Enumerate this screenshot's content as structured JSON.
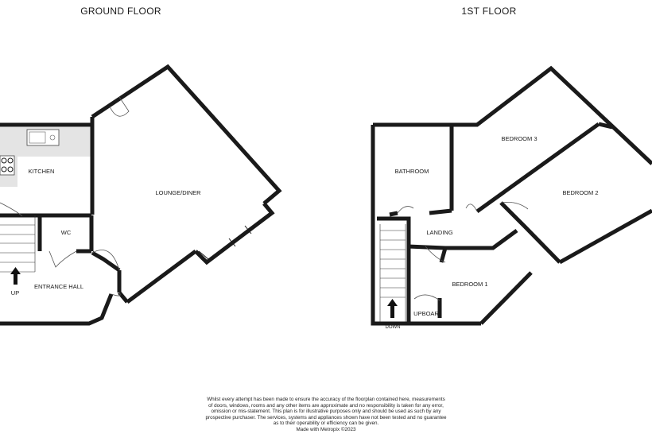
{
  "floors": {
    "ground": {
      "title": "GROUND FLOOR",
      "rooms": {
        "kitchen": "KITCHEN",
        "lounge": "LOUNGE/DINER",
        "wc": "WC",
        "hall": "ENTRANCE HALL"
      },
      "stairs_label": "UP"
    },
    "first": {
      "title": "1ST FLOOR",
      "rooms": {
        "bedroom3": "BEDROOM 3",
        "bathroom": "BATHROOM",
        "bedroom2": "BEDROOM 2",
        "landing": "LANDING",
        "bedroom1": "BEDROOM 1",
        "cupboard": "UPBOAR"
      },
      "stairs_label": "DOWN"
    }
  },
  "disclaimer": {
    "lines": [
      "Whilst every attempt has been made to ensure the accuracy of the floorplan contained here, measurements",
      "of doors, windows, rooms and any other items are approximate and no responsibility is taken for any error,",
      "omission or mis-statement. This plan is for illustrative purposes only and should be used as such by any",
      "prospective purchaser. The services, systems and appliances shown have not been tested and no guarantee",
      "as to their operability or efficiency can be given.",
      "Made with Metropix ©2023"
    ]
  }
}
